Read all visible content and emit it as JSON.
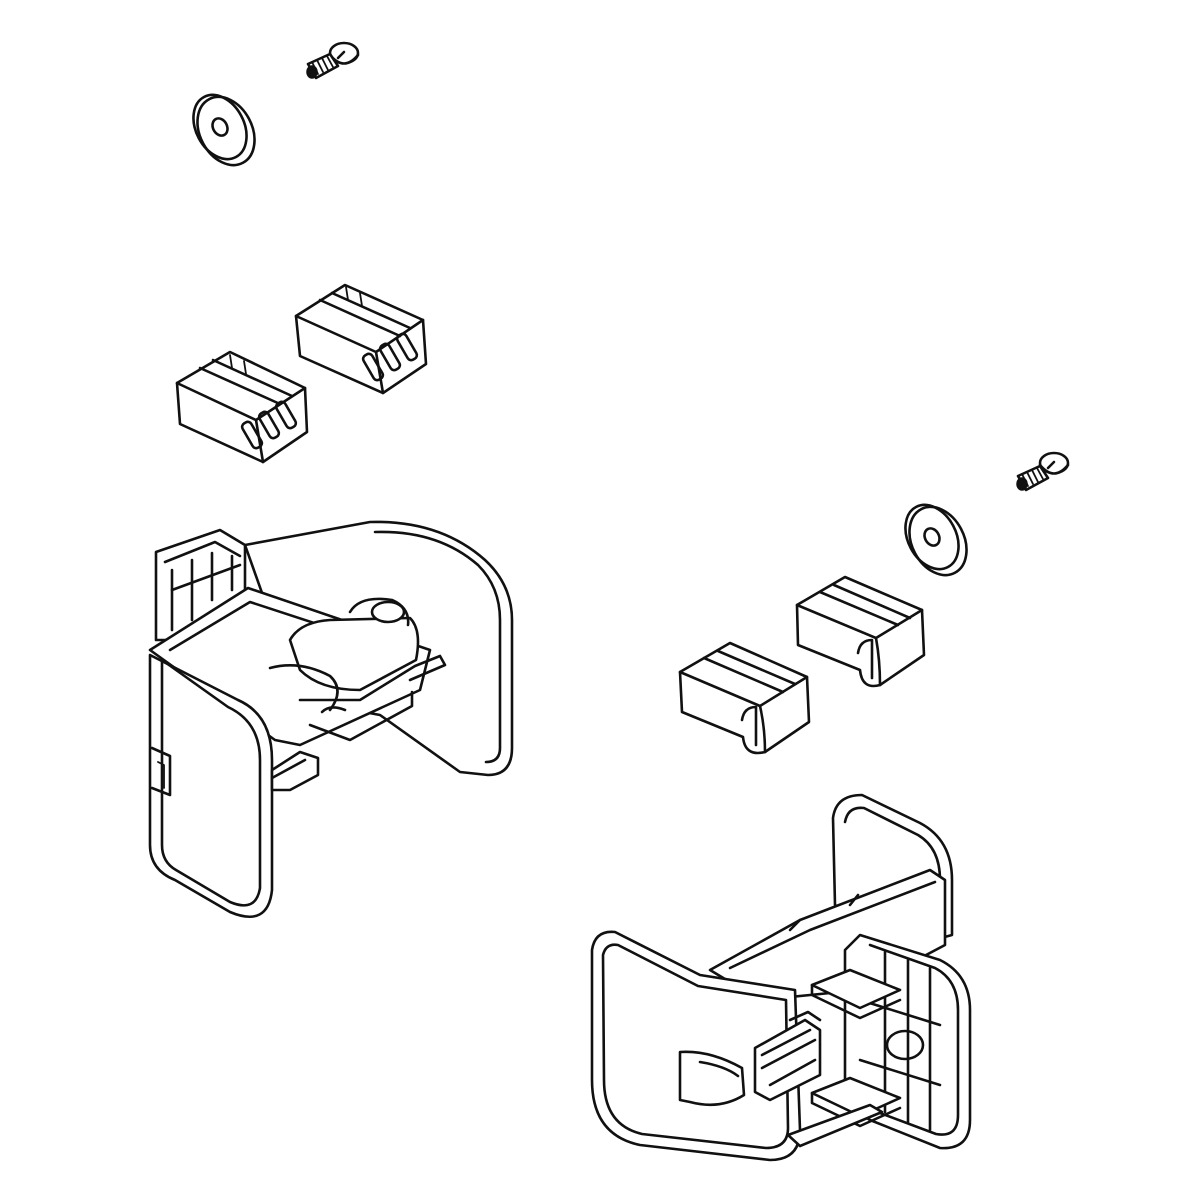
{
  "diagram": {
    "title": "",
    "parts": [
      {
        "id": "screw-top-left",
        "kind": "screw"
      },
      {
        "id": "washer-top-left",
        "kind": "washer"
      },
      {
        "id": "clip-left-1",
        "kind": "slotted-clip"
      },
      {
        "id": "clip-left-2",
        "kind": "slotted-clip"
      },
      {
        "id": "bracket-left",
        "kind": "end-cap-bracket"
      },
      {
        "id": "screw-right",
        "kind": "screw"
      },
      {
        "id": "washer-right",
        "kind": "washer"
      },
      {
        "id": "clip-right-1",
        "kind": "slotted-pad"
      },
      {
        "id": "clip-right-2",
        "kind": "slotted-pad"
      },
      {
        "id": "bracket-right",
        "kind": "end-cap-bracket"
      }
    ],
    "colors": {
      "line": "#111111",
      "background": "#ffffff"
    }
  }
}
